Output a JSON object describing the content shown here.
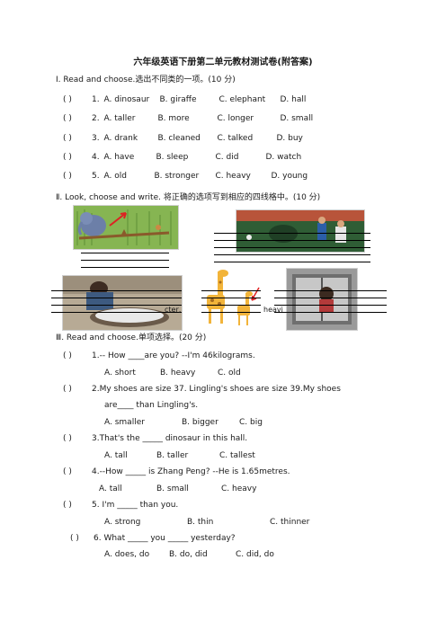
{
  "title": "六年级英语下册第二单元教材测试卷(附答案)",
  "section1": {
    "heading": "Ⅰ. Read and choose.选出不同类的一项。(10 分)",
    "items": [
      {
        "paren": "(    )",
        "num": "1.",
        "opts": [
          "A. dinosaur",
          "B. giraffe",
          "C. elephant",
          "D. hall"
        ]
      },
      {
        "paren": "(    )",
        "num": "2.",
        "opts": [
          "A. taller",
          "B. more",
          "C. longer",
          "D. small"
        ]
      },
      {
        "paren": "(    )",
        "num": "3.",
        "opts": [
          "A. drank",
          "B. cleaned",
          "C. talked",
          "D. buy"
        ]
      },
      {
        "paren": "(    )",
        "num": "4.",
        "opts": [
          "A. have",
          "B. sleep",
          "C. did",
          "D. watch"
        ]
      },
      {
        "paren": "(    )",
        "num": "5.",
        "opts": [
          "A. old",
          "B. stronger",
          "C. heavy",
          "D. young"
        ]
      }
    ]
  },
  "section2": {
    "heading": "Ⅱ. Look, choose and write. 将正确的选项写到相应的四线格中。(10 分)",
    "partial_words": [
      "cter,",
      "heavi"
    ]
  },
  "section3": {
    "heading": "Ⅲ. Read and choose.单项选择。(20 分)",
    "items": [
      {
        "paren": "(    )",
        "text": "1.-- How ____are you?      --I'm 46kilograms.",
        "opts": [
          "A. short",
          "B. heavy",
          "C. old"
        ]
      },
      {
        "paren": "(    )",
        "text": "2.My shoes are size 37. Lingling's shoes are size 39.My shoes",
        "text2": "are____ than Lingling's.",
        "opts": [
          "A. smaller",
          "B. bigger",
          "C. big"
        ]
      },
      {
        "paren": "(    )",
        "text": "3.That's the _____ dinosaur in this hall.",
        "opts": [
          "A. tall",
          "B. taller",
          "C. tallest"
        ]
      },
      {
        "paren": "(    )",
        "text": "4.--How _____ is Zhang Peng?      --He is 1.65metres.",
        "opts": [
          "A. tall",
          "B. small",
          "C. heavy"
        ]
      },
      {
        "paren": "(    )",
        "text": "5. I'm _____ than you.",
        "opts": [
          "A. strong",
          "B. thin",
          "C. thinner"
        ]
      },
      {
        "paren": "(    )",
        "text": "6. What _____ you _____ yesterday?",
        "opts": [
          "A. does, do",
          "B. do, did",
          "C. did, do"
        ]
      }
    ]
  }
}
